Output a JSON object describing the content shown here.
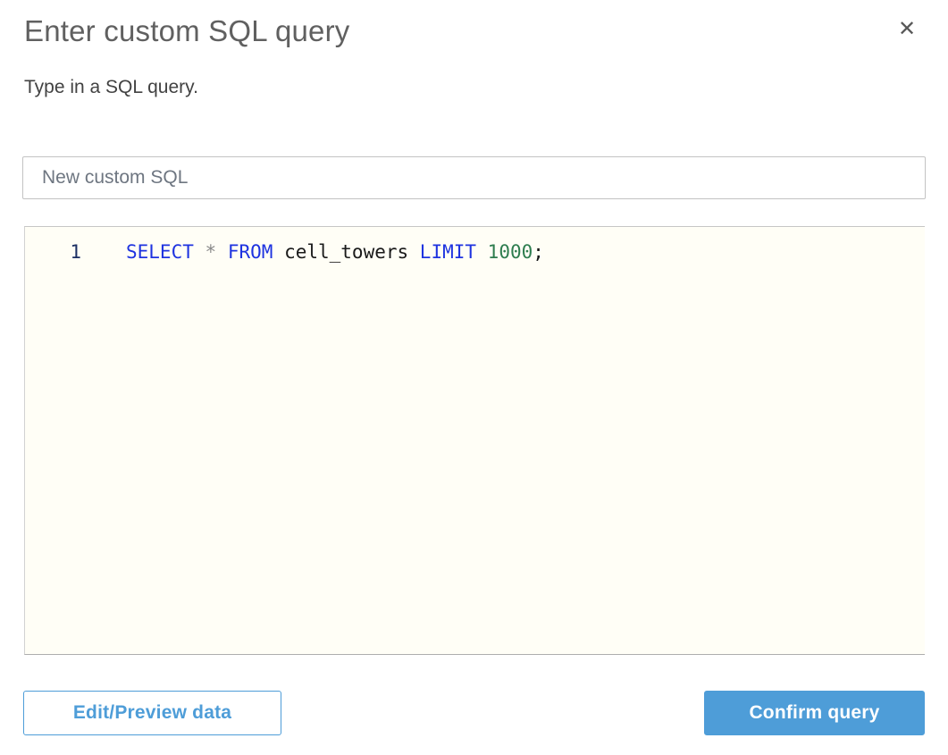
{
  "dialog": {
    "title": "Enter custom SQL query",
    "subtitle": "Type in a SQL query.",
    "close_icon": "✕"
  },
  "name_input": {
    "value": "New custom SQL"
  },
  "editor": {
    "line_number": "1",
    "code": {
      "kw_select": "SELECT",
      "op_star": "*",
      "kw_from": "FROM",
      "identifier": "cell_towers",
      "kw_limit": "LIMIT",
      "number": "1000",
      "semicolon": ";"
    }
  },
  "buttons": {
    "edit_preview": "Edit/Preview data",
    "confirm": "Confirm query"
  },
  "colors": {
    "accent_blue": "#4e9dd8",
    "keyword_blue": "#1e33e0",
    "number_green": "#2e7d4f",
    "operator_gray": "#8a8a8a",
    "identifier_black": "#1a1a1a",
    "line_number_navy": "#1c2f63",
    "editor_bg": "#fffef6"
  }
}
